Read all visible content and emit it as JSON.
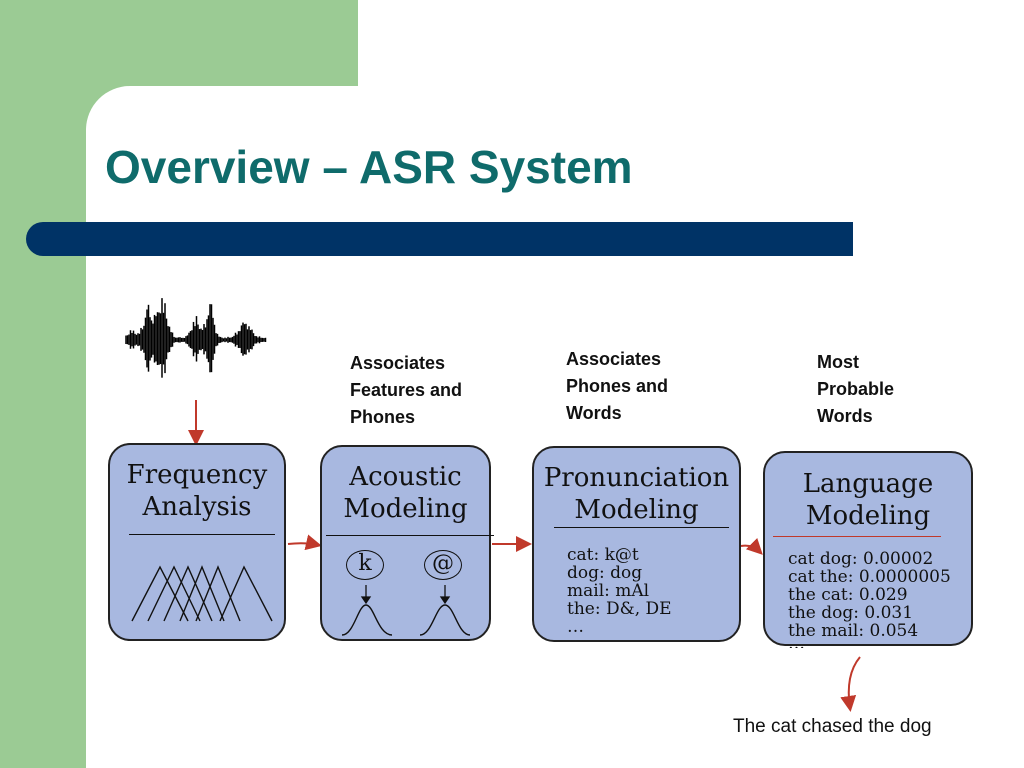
{
  "slide": {
    "title": "Overview – ASR System",
    "colors": {
      "green": "#9bcb94",
      "navy": "#003366",
      "title": "#0f6b6b",
      "box": "#a8b8e0",
      "arrow": "#c0392b"
    }
  },
  "diagram": {
    "boxes": [
      {
        "title_lines": [
          "Frequency",
          "Analysis"
        ]
      },
      {
        "title_lines": [
          "Acoustic",
          "Modeling"
        ],
        "phones": [
          "k",
          "@"
        ]
      },
      {
        "title_lines": [
          "Pronunciation",
          "Modeling"
        ],
        "entries": [
          "cat: k@t",
          "dog: dog",
          "mail: mAl",
          "the: D&, DE",
          "…"
        ]
      },
      {
        "title_lines": [
          "Language",
          "Modeling"
        ],
        "entries": [
          "cat dog: 0.00002",
          "cat the: 0.0000005",
          "the cat: 0.029",
          "the dog: 0.031",
          "the mail: 0.054",
          "…"
        ]
      }
    ],
    "notes": [
      {
        "lines": [
          "Associates",
          "Features and",
          "Phones"
        ]
      },
      {
        "lines": [
          "Associates",
          "Phones and",
          "Words"
        ]
      },
      {
        "lines": [
          "Most",
          "Probable",
          "Words"
        ]
      }
    ],
    "output": "The cat chased the dog"
  }
}
